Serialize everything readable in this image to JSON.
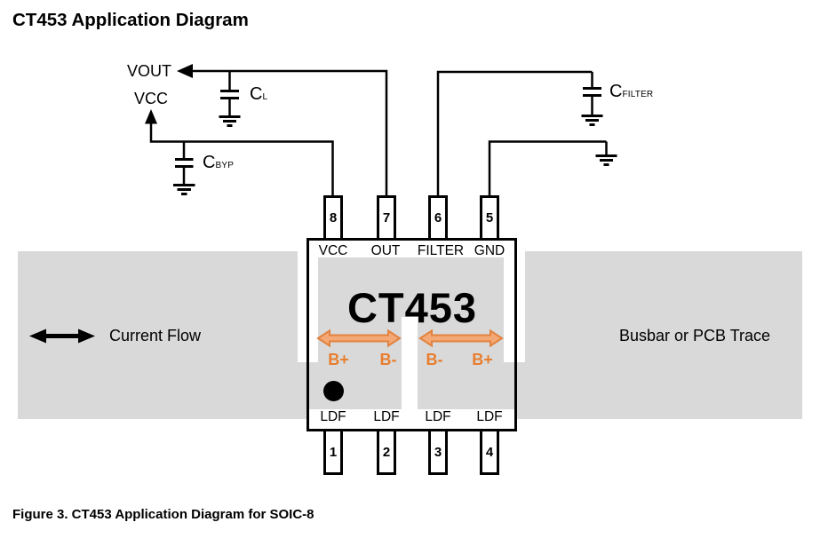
{
  "title": "CT453 Application Diagram",
  "caption": "Figure 3. CT453 Application Diagram for SOIC-8",
  "colors": {
    "busbar_gray": "#D9D9D9",
    "wire_black": "#000000",
    "arrow_orange_fill": "#F4A876",
    "arrow_orange_stroke": "#E2823E",
    "polarity_orange": "#E87E2E"
  },
  "net_labels": {
    "vout": "VOUT",
    "vcc": "VCC"
  },
  "capacitors": {
    "cl": {
      "symbol": "C",
      "subscript": "L"
    },
    "cbyp": {
      "symbol": "C",
      "subscript": "BYP"
    },
    "cfilter": {
      "symbol": "C",
      "subscript": "FILTER"
    }
  },
  "chip": {
    "part_number": "CT453",
    "top_pins": [
      {
        "number": "8",
        "name": "VCC"
      },
      {
        "number": "7",
        "name": "OUT"
      },
      {
        "number": "6",
        "name": "FILTER"
      },
      {
        "number": "5",
        "name": "GND"
      }
    ],
    "bottom_pins": [
      {
        "number": "1",
        "name": "LDF"
      },
      {
        "number": "2",
        "name": "LDF"
      },
      {
        "number": "3",
        "name": "LDF"
      },
      {
        "number": "4",
        "name": "LDF"
      }
    ],
    "polarity_labels": [
      "B+",
      "B-",
      "B-",
      "B+"
    ]
  },
  "annotations": {
    "current_flow": "Current Flow",
    "busbar": "Busbar or PCB Trace"
  }
}
